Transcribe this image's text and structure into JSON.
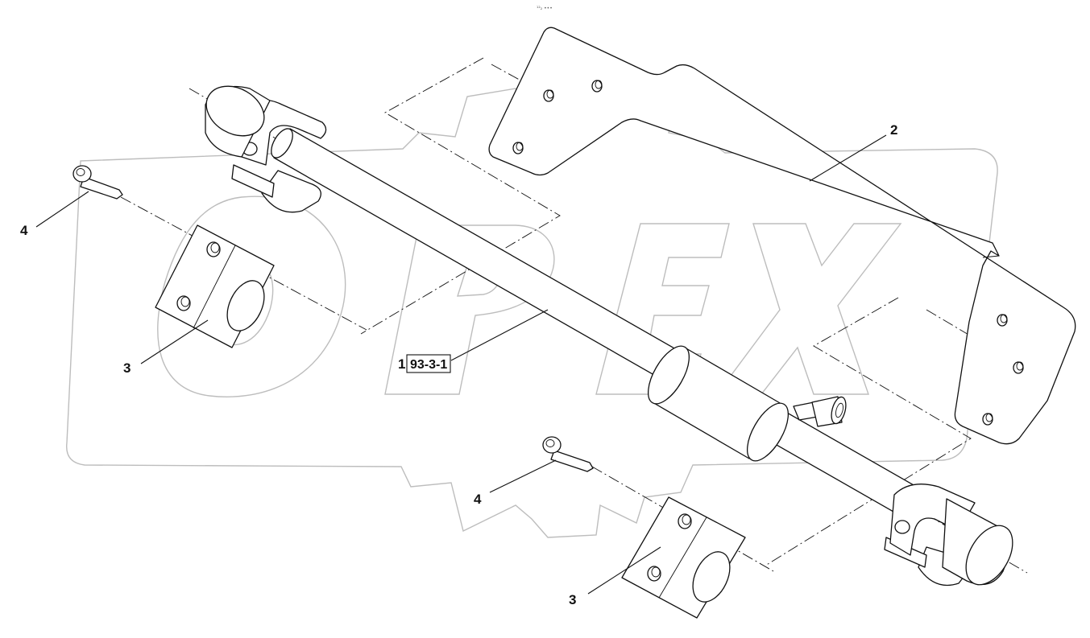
{
  "header": {
    "code": "¹²₂ •••"
  },
  "watermark": {
    "text": "OPEX",
    "color": "#bdbdbd"
  },
  "callouts": {
    "bracket": "2",
    "plate_upper": "3",
    "plate_lower": "3",
    "screw_upper": "4",
    "screw_lower": "4",
    "shaft": "1"
  },
  "reference": {
    "label": "93-3-1"
  }
}
